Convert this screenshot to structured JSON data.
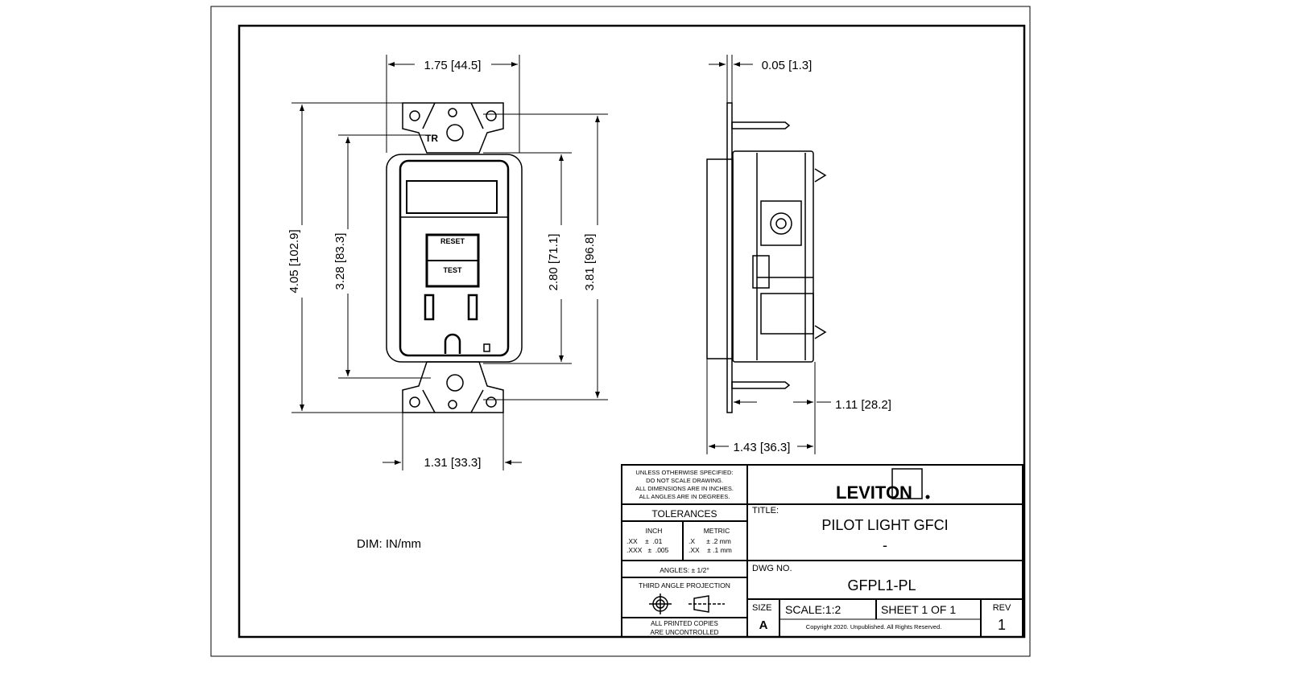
{
  "dimensions": {
    "front_width": "1.75 [44.5]",
    "front_height_overall": "4.05 [102.9]",
    "front_height_body": "3.28 [83.3]",
    "front_height_face": "2.80 [71.1]",
    "front_height_mount": "3.81 [96.8]",
    "front_strap_width": "1.31 [33.3]",
    "side_strap_thickness": "0.05 [1.3]",
    "side_depth_body": "1.11 [28.2]",
    "side_depth_overall": "1.43 [36.3]"
  },
  "dim_units": "DIM: IN/mm",
  "device_labels": {
    "reset": "RESET",
    "test": "TEST",
    "tr": "TR"
  },
  "title_block": {
    "notes": [
      "UNLESS OTHERWISE SPECIFIED:",
      "DO NOT SCALE DRAWING.",
      "ALL DIMENSIONS ARE IN INCHES.",
      "ALL ANGLES ARE IN DEGREES."
    ],
    "tolerances_label": "TOLERANCES",
    "inch_label": "INCH",
    "inch_rows": [
      ".XX    ±  .01",
      ".XXX   ±  .005"
    ],
    "metric_label": "METRIC",
    "metric_rows": [
      ".X      ± .2 mm",
      ".XX    ± .1 mm"
    ],
    "angles": "ANGLES: ± 1/2°",
    "projection": "THIRD ANGLE PROJECTION",
    "printed_copies": [
      "ALL PRINTED COPIES",
      "ARE UNCONTROLLED"
    ],
    "logo": "LEVITON",
    "title_label": "TITLE:",
    "title": "PILOT LIGHT GFCI",
    "subtitle": "-",
    "dwg_label": "DWG NO.",
    "dwg_no": "GFPL1-PL",
    "size_label": "SIZE",
    "size": "A",
    "scale": "SCALE:1:2",
    "sheet": "SHEET 1 OF 1",
    "rev_label": "REV",
    "rev": "1",
    "copyright": "Copyright 2020. Unpublished. All Rights Reserved."
  }
}
